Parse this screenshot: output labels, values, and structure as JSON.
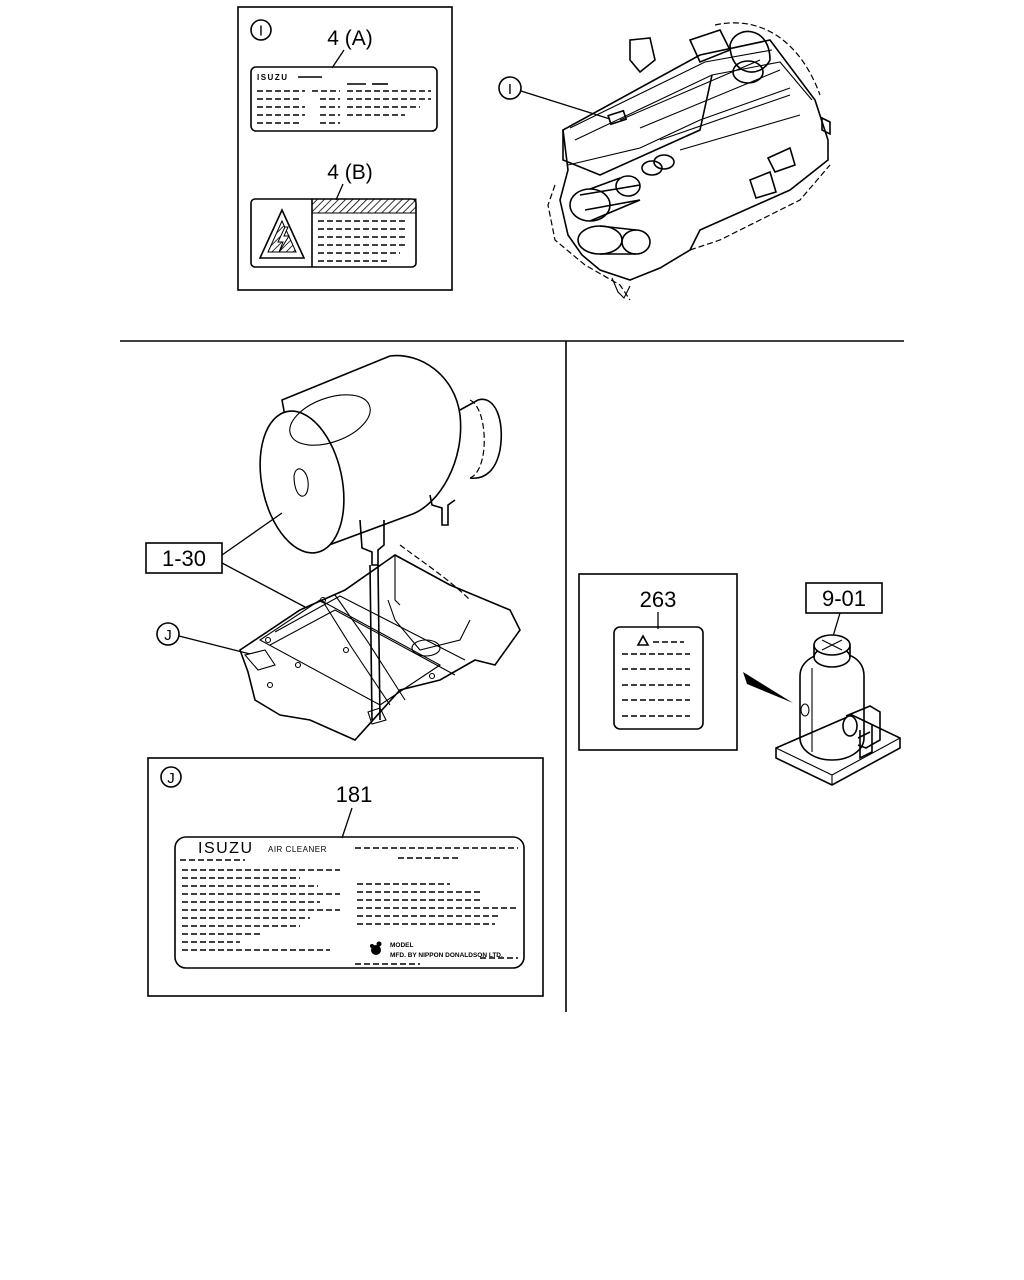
{
  "callouts": {
    "label_4a": "4 (A)",
    "label_4b": "4 (B)",
    "label_1_30": "1-30",
    "label_181": "181",
    "label_263": "263",
    "label_9_01": "9-01"
  },
  "markers": {
    "i_panel": "I",
    "i_engine": "I",
    "j_floor": "J",
    "j_panel": "J"
  },
  "label_texts": {
    "isuzu_small": "ISUZU",
    "isuzu_large": "ISUZU",
    "air_cleaner": "AIR CLEANER",
    "model": "MODEL",
    "maker_line": "MFD. BY NIPPON DONALDSON LTD."
  },
  "icons": {
    "warning": "warning-triangle-icon",
    "caution_small": "caution-triangle-icon",
    "logo": "donaldson-logo-icon"
  }
}
